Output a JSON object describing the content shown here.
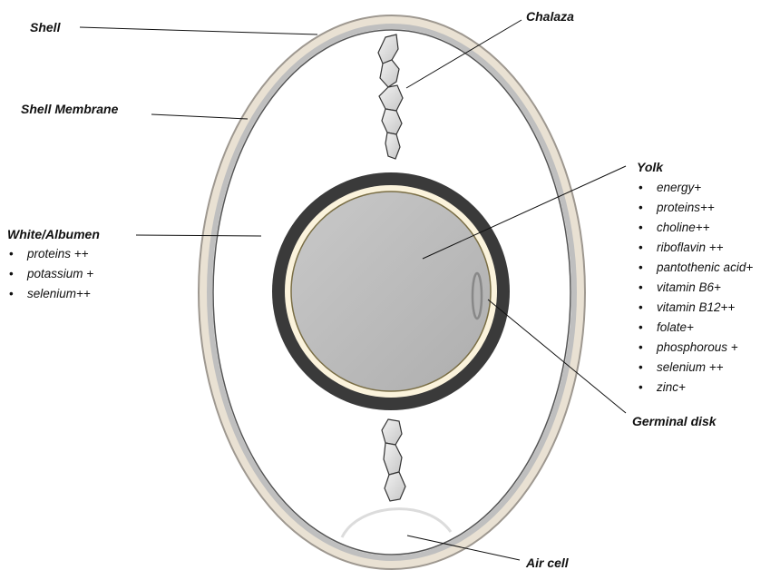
{
  "labels": {
    "shell": "Shell",
    "shell_membrane": "Shell Membrane",
    "chalaza": "Chalaza",
    "white": "White/Albumen",
    "yolk": "Yolk",
    "germinal_disk": "Germinal disk",
    "air_cell": "Air cell"
  },
  "white_nutrients": [
    "proteins ++",
    "potassium +",
    "selenium++"
  ],
  "yolk_nutrients": [
    "energy+",
    "proteins++",
    "choline++",
    "riboflavin ++",
    "pantothenic acid+",
    "vitamin B6+",
    "vitamin B12++",
    "folate+",
    "phosphorous +",
    "selenium ++",
    "zinc+"
  ],
  "bullet": "•",
  "colors": {
    "shell": "#e9e1d3",
    "shell_outline": "#9e9890",
    "membrane": "#bfbfbf",
    "membrane_line": "#555555",
    "vitelline_ring": "#3a3a3a",
    "yolk_edge": "#fbf3dc",
    "yolk": "#bdbdbd",
    "chalaza": "#d9d9d9"
  }
}
